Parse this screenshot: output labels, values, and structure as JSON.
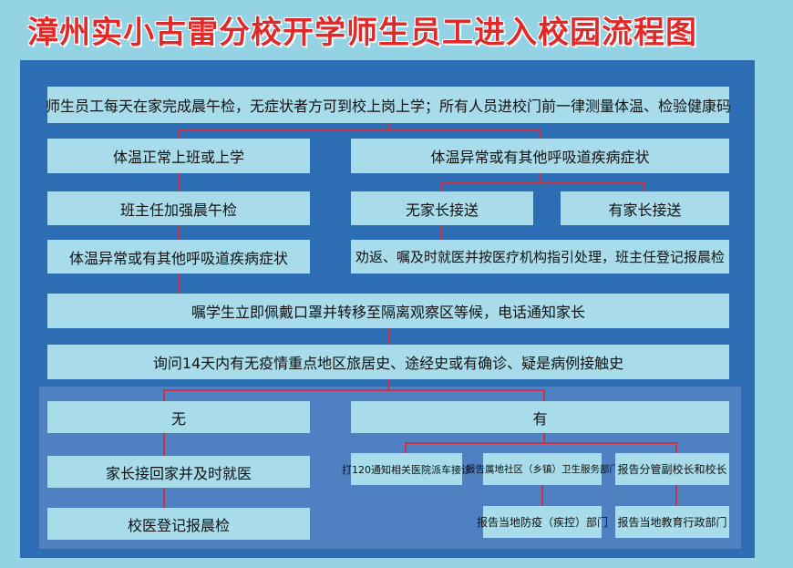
{
  "title": "漳州实小古雷分校开学师生员工进入校园流程图",
  "colors": {
    "background": "#93d3e3",
    "panel": "#2d6db4",
    "box": "#a8dceb",
    "connector": "#c8354a",
    "title": "#e02a2a"
  },
  "steps": {
    "daily_check": "师生员工每天在家完成晨午检，无症状者方可到校上岗上学；所有人员进校门前一律测量体温、检验健康码",
    "normal": "体温正常上班或上学",
    "abnormal": "体温异常或有其他呼吸道疾病症状",
    "teacher_check": "班主任加强晨午检",
    "no_parent": "无家长接送",
    "has_parent": "有家长接送",
    "abnormal2": "体温异常或有其他呼吸道疾病症状",
    "advise": "劝返、嘱及时就医并按医疗机构指引处理，班主任登记报晨检",
    "isolate": "嘱学生立即佩戴口罩并转移至隔离观察区等候，电话通知家长",
    "ask_history": "询问14天内有无疫情重点地区旅居史、途经史或有确诊、疑是病例接触史",
    "no": "无",
    "yes": "有",
    "parent_pickup": "家长接回家并及时就医",
    "doctor_record": "校医登记报晨检",
    "call_120": "打120通知相关医院派车接诊",
    "report_community": "报告属地社区（乡镇）卫生服务部门",
    "report_principal": "报告分管副校长和校长",
    "report_cdc": "报告当地防疫（疾控）部门",
    "report_education": "报告当地教育行政部门"
  }
}
